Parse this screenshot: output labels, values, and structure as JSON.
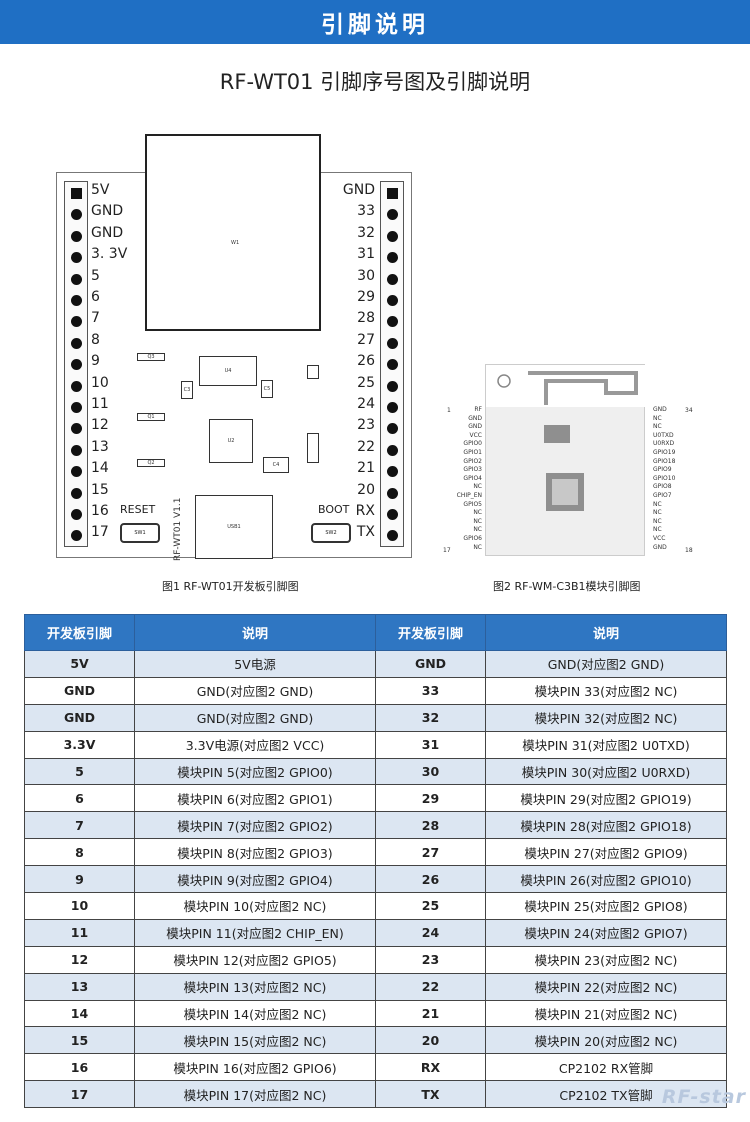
{
  "banner": {
    "title": "引脚说明"
  },
  "document": {
    "title": "RF-WT01 引脚序号图及引脚说明"
  },
  "figure1": {
    "caption": "图1 RF-WT01开发板引脚图",
    "left_pins": [
      "5V",
      "GND",
      "GND",
      "3. 3V",
      "5",
      "6",
      "7",
      "8",
      "9",
      "10",
      "11",
      "12",
      "13",
      "14",
      "15",
      "16",
      "17"
    ],
    "right_pins": [
      "GND",
      "33",
      "32",
      "31",
      "30",
      "29",
      "28",
      "27",
      "26",
      "25",
      "24",
      "23",
      "22",
      "21",
      "20",
      "RX",
      "TX"
    ],
    "antenna_label": "W1",
    "reset_label": "RESET",
    "boot_label": "BOOT",
    "sw1_label": "SW1",
    "sw2_label": "SW2",
    "version": "RF-WT01 V1.1",
    "components": {
      "u4": "U4",
      "u2": "U2",
      "usb": "USB1",
      "q3": "Q3",
      "q1": "Q1",
      "q2": "Q2",
      "c3": "C3",
      "c4": "C4",
      "c5": "C5"
    }
  },
  "figure2": {
    "caption": "图2 RF-WM-C3B1模块引脚图",
    "left_pins": [
      "RF",
      "GND",
      "GND",
      "VCC",
      "GPIO0",
      "GPIO1",
      "GPIO2",
      "GPIO3",
      "GPIO4",
      "NC",
      "CHIP_EN",
      "GPIO5",
      "NC",
      "NC",
      "NC",
      "GPIO6",
      "NC"
    ],
    "right_pins": [
      "GND",
      "NC",
      "NC",
      "U0TXD",
      "U0RXD",
      "GPIO19",
      "GPIO18",
      "GPIO9",
      "GPIO10",
      "GPIO8",
      "GPIO7",
      "NC",
      "NC",
      "NC",
      "NC",
      "VCC",
      "GND"
    ],
    "num_top_left": "1",
    "num_bottom_left": "17",
    "num_top_right": "34",
    "num_bottom_right": "18"
  },
  "table": {
    "headers": [
      "开发板引脚",
      "说明",
      "开发板引脚",
      "说明"
    ],
    "rows": [
      [
        "5V",
        "5V电源",
        "GND",
        "GND(对应图2 GND)"
      ],
      [
        "GND",
        "GND(对应图2 GND)",
        "33",
        "模块PIN 33(对应图2 NC)"
      ],
      [
        "GND",
        "GND(对应图2 GND)",
        "32",
        "模块PIN 32(对应图2 NC)"
      ],
      [
        "3.3V",
        "3.3V电源(对应图2 VCC)",
        "31",
        "模块PIN 31(对应图2 U0TXD)"
      ],
      [
        "5",
        "模块PIN 5(对应图2 GPIO0)",
        "30",
        "模块PIN 30(对应图2 U0RXD)"
      ],
      [
        "6",
        "模块PIN 6(对应图2 GPIO1)",
        "29",
        "模块PIN 29(对应图2 GPIO19)"
      ],
      [
        "7",
        "模块PIN 7(对应图2 GPIO2)",
        "28",
        "模块PIN 28(对应图2 GPIO18)"
      ],
      [
        "8",
        "模块PIN 8(对应图2 GPIO3)",
        "27",
        "模块PIN 27(对应图2 GPIO9)"
      ],
      [
        "9",
        "模块PIN 9(对应图2 GPIO4)",
        "26",
        "模块PIN 26(对应图2 GPIO10)"
      ],
      [
        "10",
        "模块PIN 10(对应图2 NC)",
        "25",
        "模块PIN 25(对应图2 GPIO8)"
      ],
      [
        "11",
        "模块PIN 11(对应图2 CHIP_EN)",
        "24",
        "模块PIN 24(对应图2 GPIO7)"
      ],
      [
        "12",
        "模块PIN 12(对应图2 GPIO5)",
        "23",
        "模块PIN 23(对应图2 NC)"
      ],
      [
        "13",
        "模块PIN 13(对应图2 NC)",
        "22",
        "模块PIN 22(对应图2 NC)"
      ],
      [
        "14",
        "模块PIN 14(对应图2 NC)",
        "21",
        "模块PIN 21(对应图2 NC)"
      ],
      [
        "15",
        "模块PIN 15(对应图2 NC)",
        "20",
        "模块PIN 20(对应图2 NC)"
      ],
      [
        "16",
        "模块PIN 16(对应图2 GPIO6)",
        "RX",
        "CP2102 RX管脚"
      ],
      [
        "17",
        "模块PIN 17(对应图2 NC)",
        "TX",
        "CP2102 TX管脚"
      ]
    ]
  },
  "watermark": "RF-star",
  "colors": {
    "banner": "#1f6fc4",
    "table_header": "#2f76c2",
    "row_alt": "#dce6f2"
  }
}
